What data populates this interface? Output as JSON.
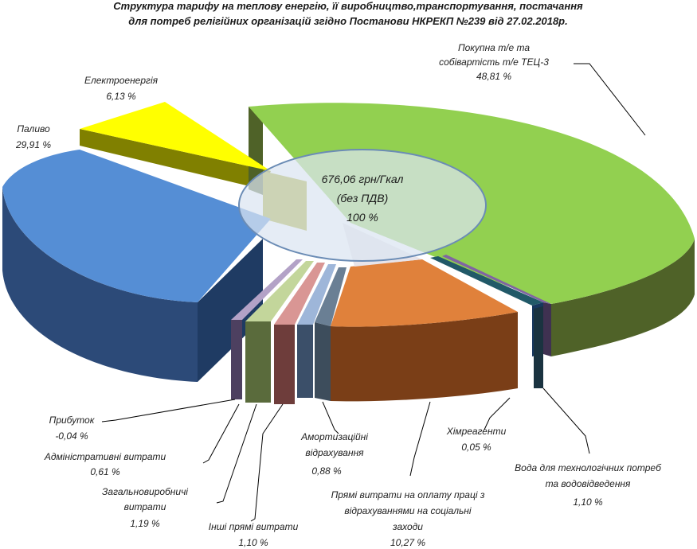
{
  "title_line1": "Структура тарифу на теплову енергію, її виробництво,транспортування, постачання",
  "title_line2": "для потреб релігійних організацій згідно Постанови НКРЕКП №239 від 27.02.2018р.",
  "center": {
    "line1": "676,06 грн/Гкал",
    "line2": "(без ПДВ)",
    "line3": "100 %"
  },
  "chart_data": {
    "type": "pie",
    "total": "676,06 грн/Гкал (без ПДВ)",
    "slices": [
      {
        "name": "Покупна т/е та собівартість т/е ТЕЦ-3",
        "value": 48.81,
        "label": "48,81 %",
        "color": "#92d050"
      },
      {
        "name": "Хімреагенти",
        "value": 0.05,
        "label": "0,05 %",
        "color": "#8064a2"
      },
      {
        "name": "Вода для технологічних потреб та водовідведення",
        "value": 1.1,
        "label": "1,10 %",
        "color": "#215968"
      },
      {
        "name": "Прямі витрати на оплату праці з відрахуваннями на соціальні заходи",
        "value": 10.27,
        "label": "10,27 %",
        "color": "#e0813b"
      },
      {
        "name": "Амортизаційні відрахування",
        "value": 0.88,
        "label": "0,88 %",
        "color": "#6a7f94"
      },
      {
        "name": "Інші прямі витрати",
        "value": 1.1,
        "label": "1,10 %",
        "color": "#9eb6d9"
      },
      {
        "name": "Загальновиробничі витрати",
        "value": 1.19,
        "label": "1,19 %",
        "color": "#d99694"
      },
      {
        "name": "Адміністративні витрати",
        "value": 0.61,
        "label": "0,61 %",
        "color": "#c3d69b"
      },
      {
        "name": "Прибуток",
        "value": -0.04,
        "label": "-0,04 %",
        "color": "#b3a2c7"
      },
      {
        "name": "Паливо",
        "value": 29.91,
        "label": "29,91 %",
        "color": "#558ed5"
      },
      {
        "name": "Електроенергія",
        "value": 6.13,
        "label": "6,13 %",
        "color": "#ffff00"
      }
    ]
  },
  "labels": {
    "pokupna_1": "Покупна т/е та",
    "pokupna_2": "собівартість т/е ТЕЦ-3",
    "pokupna_pct": "48,81 %",
    "elektro": "Електроенергія",
    "elektro_pct": "6,13 %",
    "palyvo": "Паливо",
    "palyvo_pct": "29,91 %",
    "khim": "Хімреагенти",
    "khim_pct": "0,05 %",
    "voda_1": "Вода для технологічних потреб",
    "voda_2": "та водовідведення",
    "voda_pct": "1,10 %",
    "pryami_1": "Прямі витрати на оплату праці з",
    "pryami_2": "відрахуваннями на соціальні",
    "pryami_3": "заходи",
    "pryami_pct": "10,27 %",
    "amort_1": "Амортизаційні",
    "amort_2": "відрахування",
    "amort_pct": "0,88 %",
    "inshi": "Інші прямі витрати",
    "inshi_pct": "1,10 %",
    "zagal_1": "Загальновиробничі",
    "zagal_2": "витрати",
    "zagal_pct": "1,19 %",
    "admin": "Адміністративні витрати",
    "admin_pct": "0,61 %",
    "prybutok": "Прибуток",
    "prybutok_pct": "-0,04 %"
  }
}
